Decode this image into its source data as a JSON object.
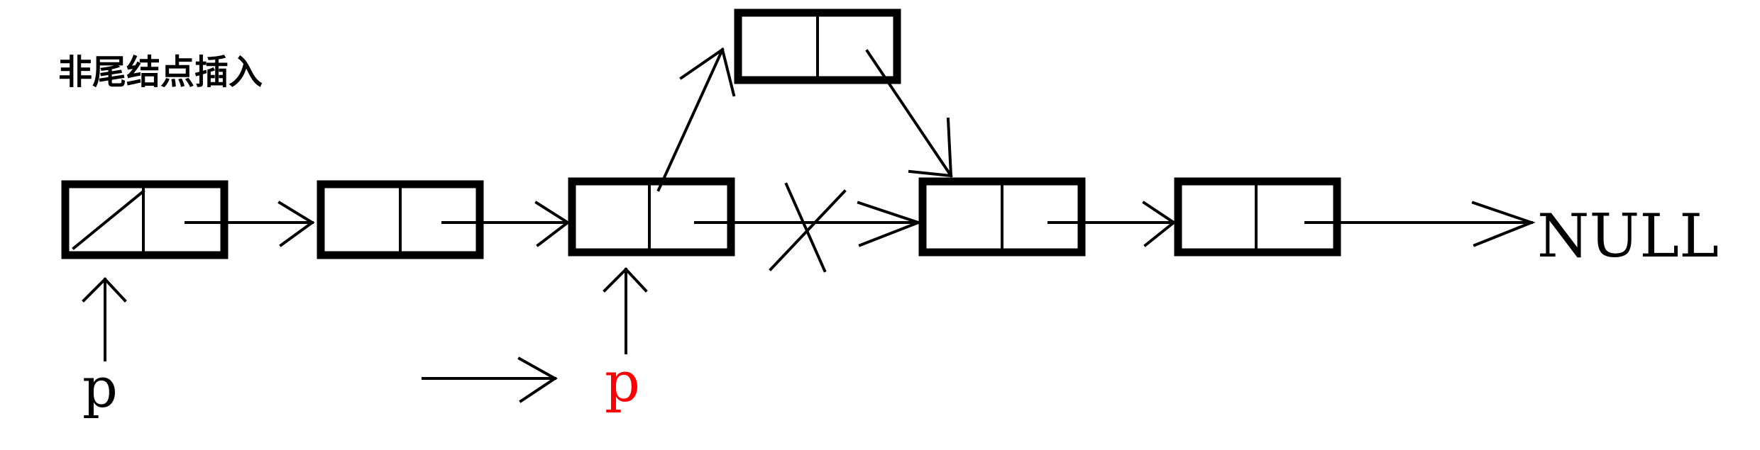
{
  "title": "非尾结点插入",
  "null_label": "NULL",
  "pointer_labels": {
    "start": "p",
    "moved": "p"
  },
  "colors": {
    "ink": "#000000",
    "moved_pointer": "#ff0000"
  }
}
